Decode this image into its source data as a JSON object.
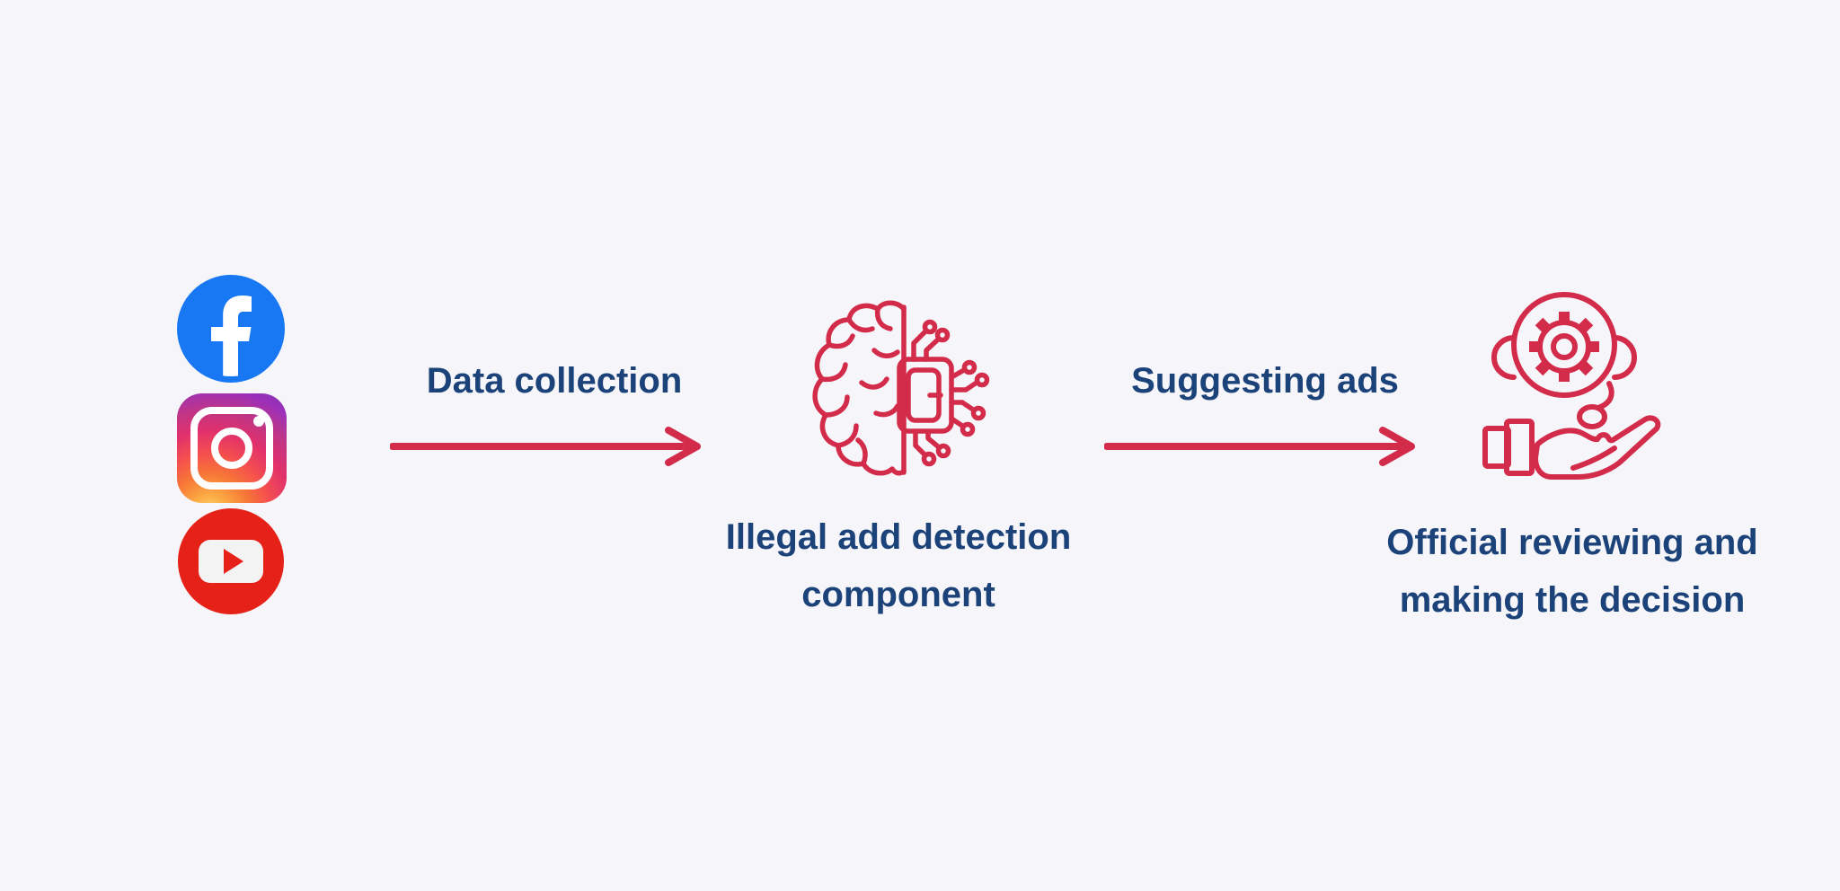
{
  "diagram_title": "",
  "colors": {
    "background": "#f6f5f9",
    "text_navy": "#1b4279",
    "accent_red": "#d32b4a",
    "facebook_blue": "#1877f2",
    "youtube_red": "#e62117"
  },
  "flow": {
    "sources": {
      "icons": [
        {
          "name": "facebook"
        },
        {
          "name": "instagram"
        },
        {
          "name": "youtube"
        }
      ]
    },
    "step1": {
      "arrow_label": "Data collection"
    },
    "detector": {
      "icon": "ai-brain-chip",
      "label_line1": "Illegal add detection",
      "label_line2": "component"
    },
    "step2": {
      "arrow_label": "Suggesting ads"
    },
    "reviewer": {
      "icon": "support-gear-hand",
      "label_line1": "Official reviewing and",
      "label_line2": "making the decision"
    }
  }
}
